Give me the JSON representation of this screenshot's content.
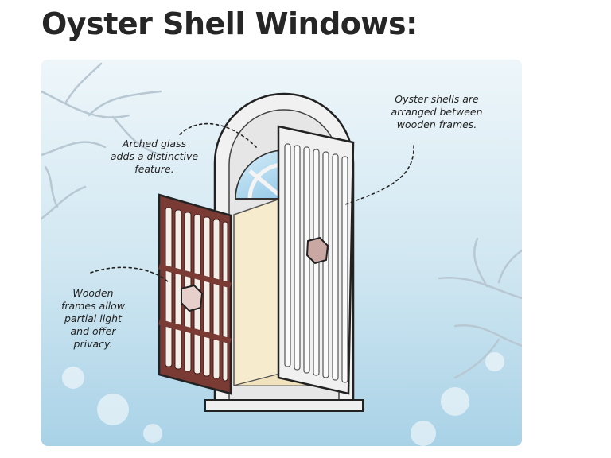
{
  "title": "Oyster Shell Windows:",
  "annotations": {
    "arched_glass": "Arched glass\nadds a distinctive\nfeature.",
    "oyster_shells": "Oyster shells are\narranged between\nwooden frames.",
    "wooden_frames": "Wooden\nframes allow\npartial light\nand offer\nprivacy."
  },
  "colors": {
    "background_sky": "#cfe6f1",
    "frame_white": "#f2f2f2",
    "wood": "#7a3b34",
    "oyster_shell": "#f4eee9",
    "interior": "#f6eccd",
    "glass": "#9fcde8"
  }
}
